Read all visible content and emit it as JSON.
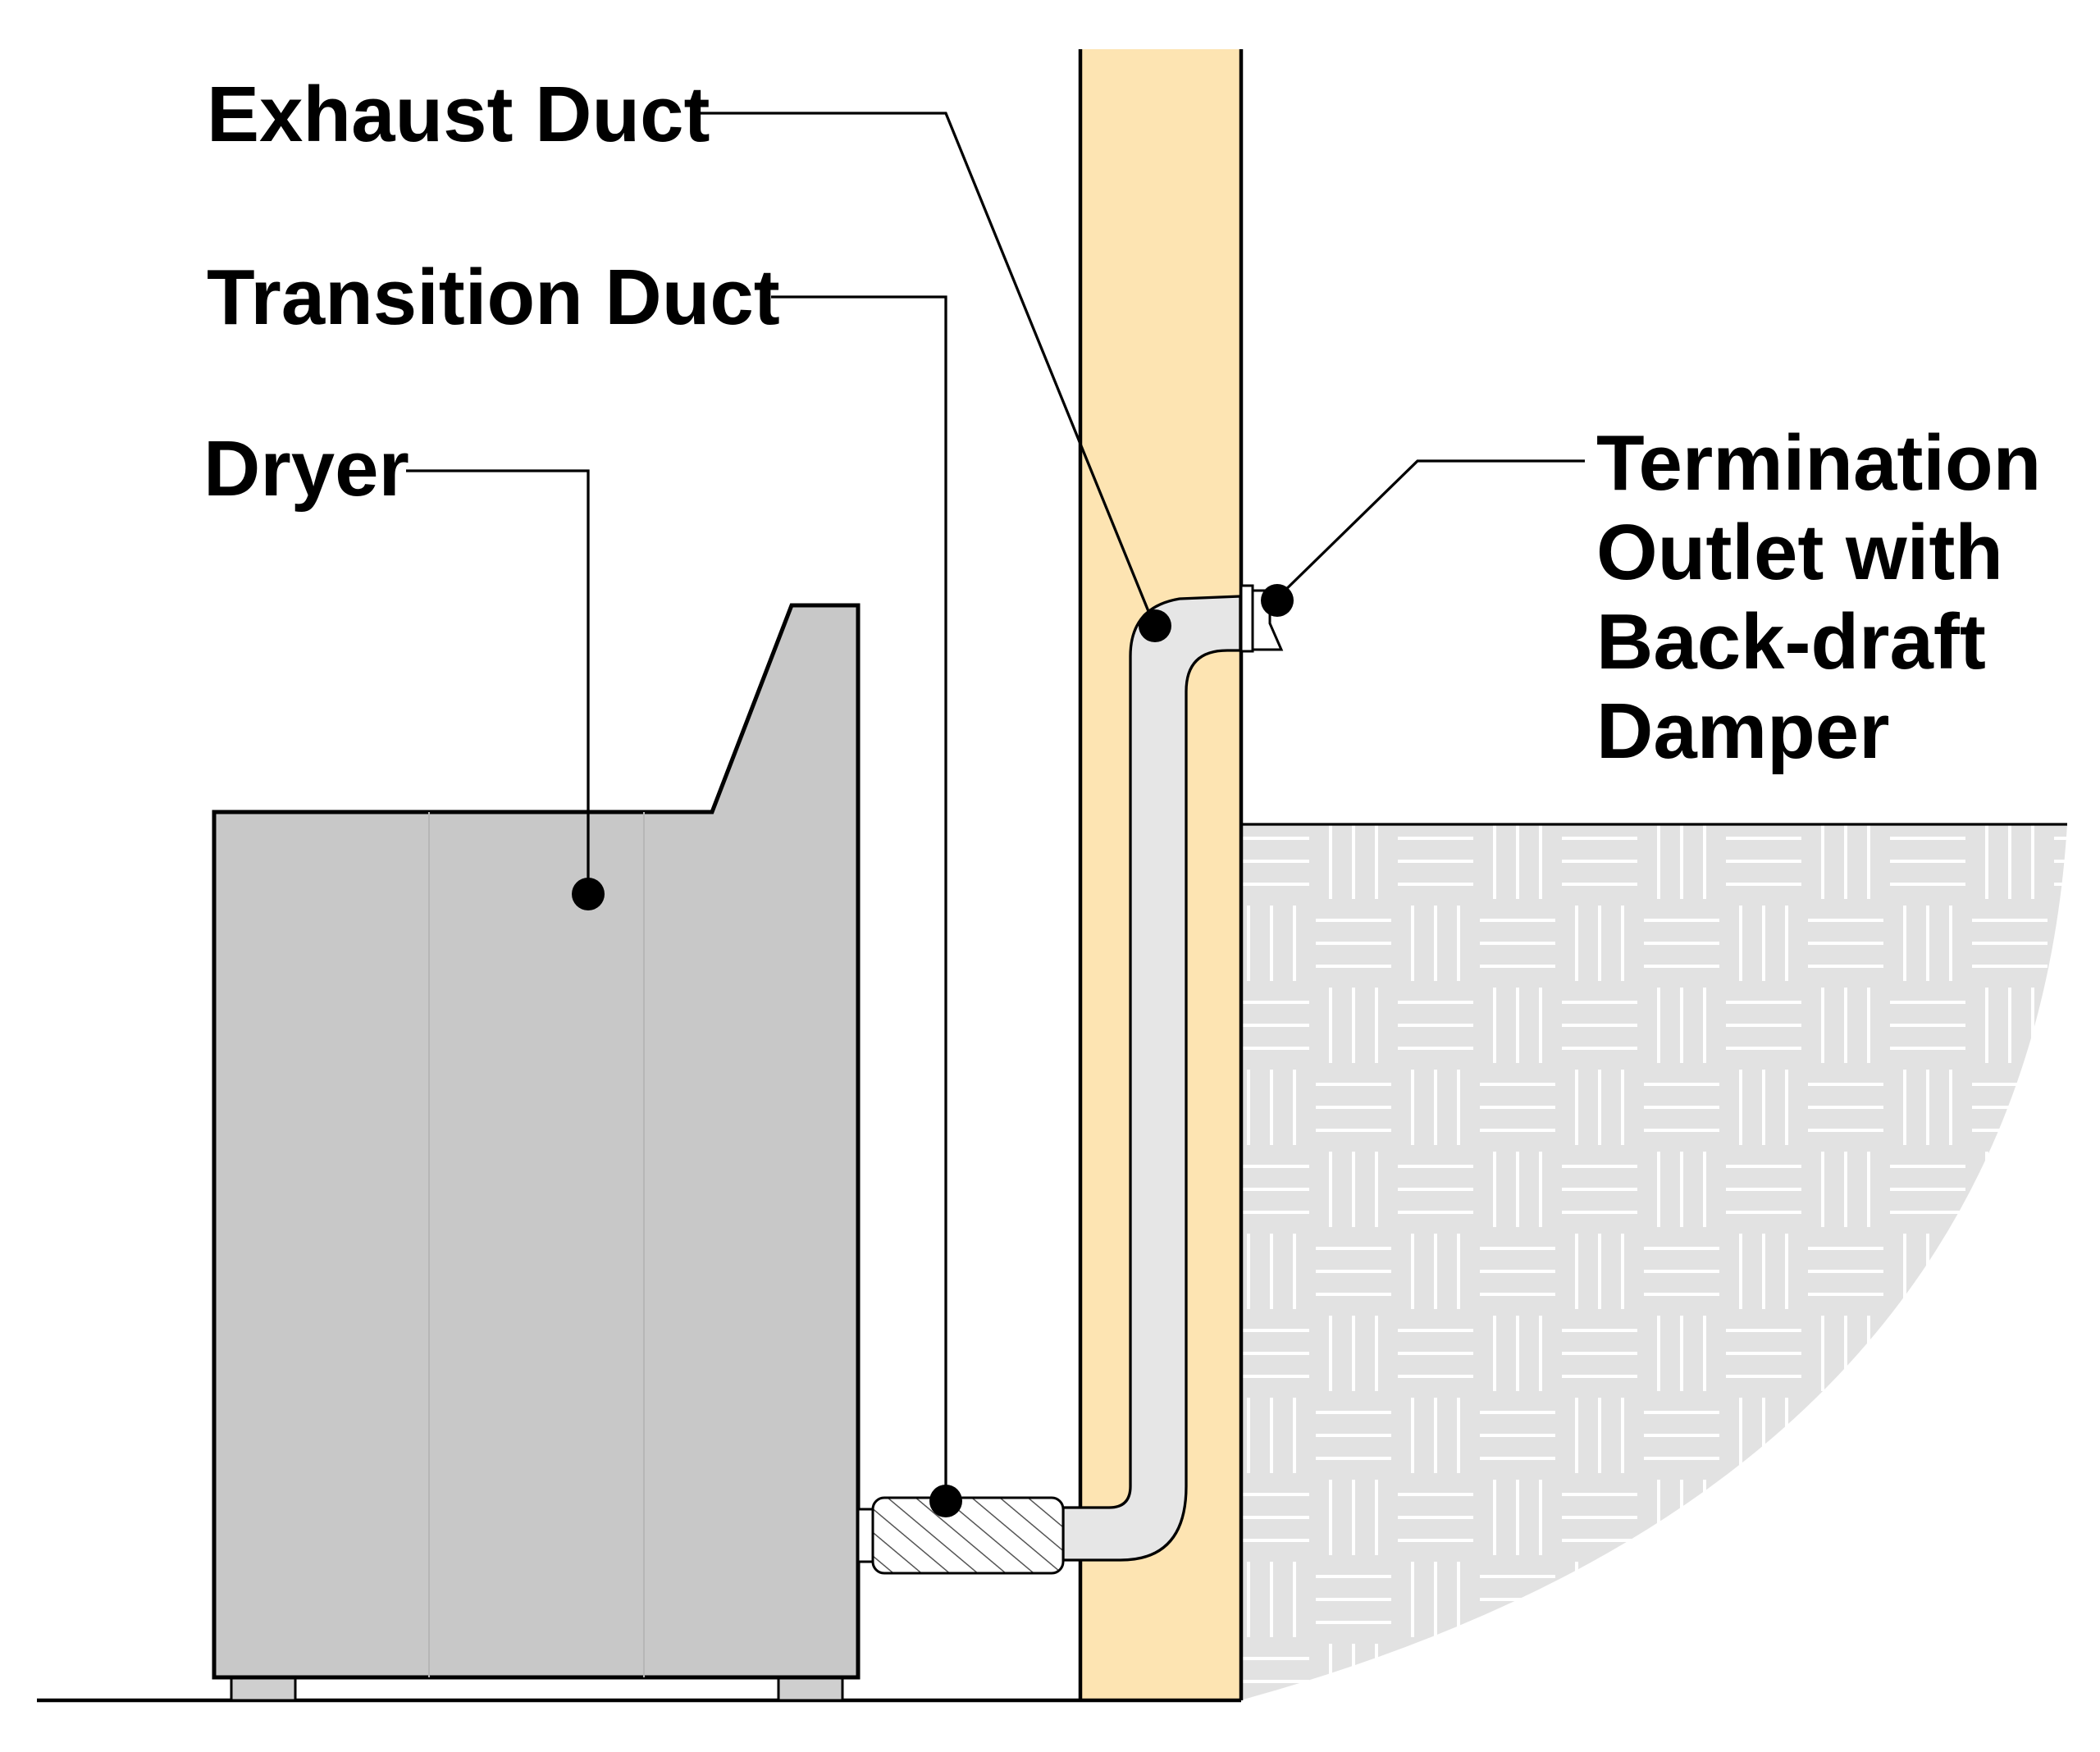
{
  "labels": {
    "exhaust_duct": "Exhaust Duct",
    "transition_duct": "Transition Duct",
    "dryer": "Dryer",
    "termination_line1": "Termination",
    "termination_line2": "Outlet with",
    "termination_line3": "Back-draft",
    "termination_line4": "Damper"
  },
  "colors": {
    "wall": "#fde4b2",
    "dryer": "#c8c8c8",
    "duct": "#e6e6e6",
    "ground_pattern": "#e2e2e2",
    "ink": "#000000"
  }
}
